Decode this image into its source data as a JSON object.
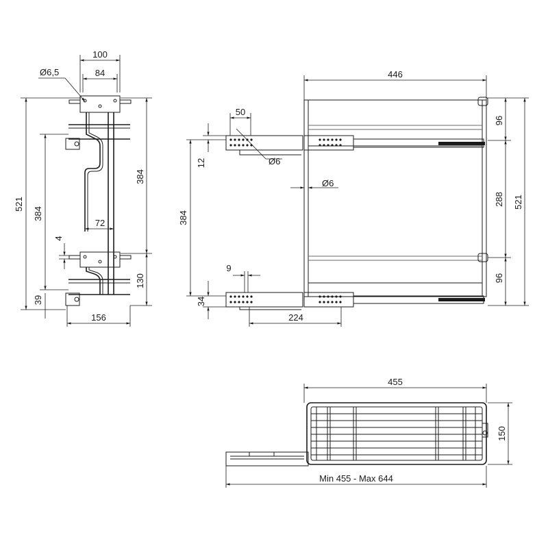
{
  "drawing": {
    "front_view": {
      "width_top_outer": "100",
      "width_top_inner": "84",
      "hole_diameter": "Ø6,5",
      "total_height": "521",
      "rail_spacing": "384",
      "right_height": "384",
      "inner_width": "72",
      "small_gap": "4",
      "bottom_offset": "39",
      "lower_basket_height": "130",
      "base_width": "156"
    },
    "side_view": {
      "depth": "446",
      "bracket_width": "50",
      "hole_left": "Ø6",
      "hole_center": "Ø6",
      "top_offset": "12",
      "rail_spacing": "384",
      "hole_spacing": "9",
      "bottom_offset": "34",
      "rail_length": "224",
      "top_gap": "96",
      "middle_gap": "288",
      "bottom_gap": "96",
      "total_height": "521"
    },
    "top_view": {
      "basket_length": "455",
      "basket_width": "150",
      "extension_range": "Min 455 - Max 644"
    }
  }
}
